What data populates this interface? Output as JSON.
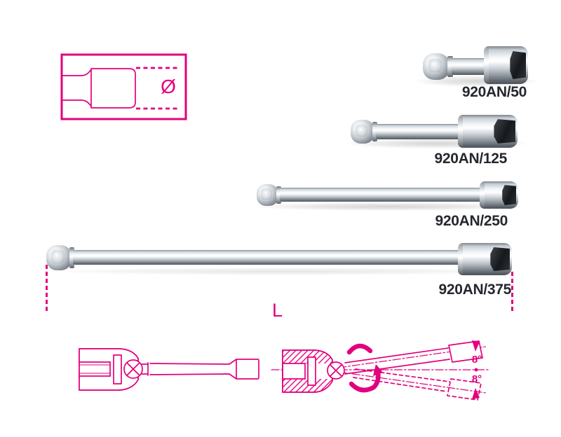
{
  "figure": {
    "accent_color": "#e2007d",
    "ink_color": "#25272e",
    "background": "#ffffff",
    "diameter_symbol": "Ø",
    "length_label": "L",
    "products": [
      {
        "code": "920AN/50"
      },
      {
        "code": "920AN/125"
      },
      {
        "code": "920AN/250"
      },
      {
        "code": "920AN/375"
      }
    ],
    "swivel_angles": {
      "top": "8°",
      "bottom": "8°"
    }
  }
}
